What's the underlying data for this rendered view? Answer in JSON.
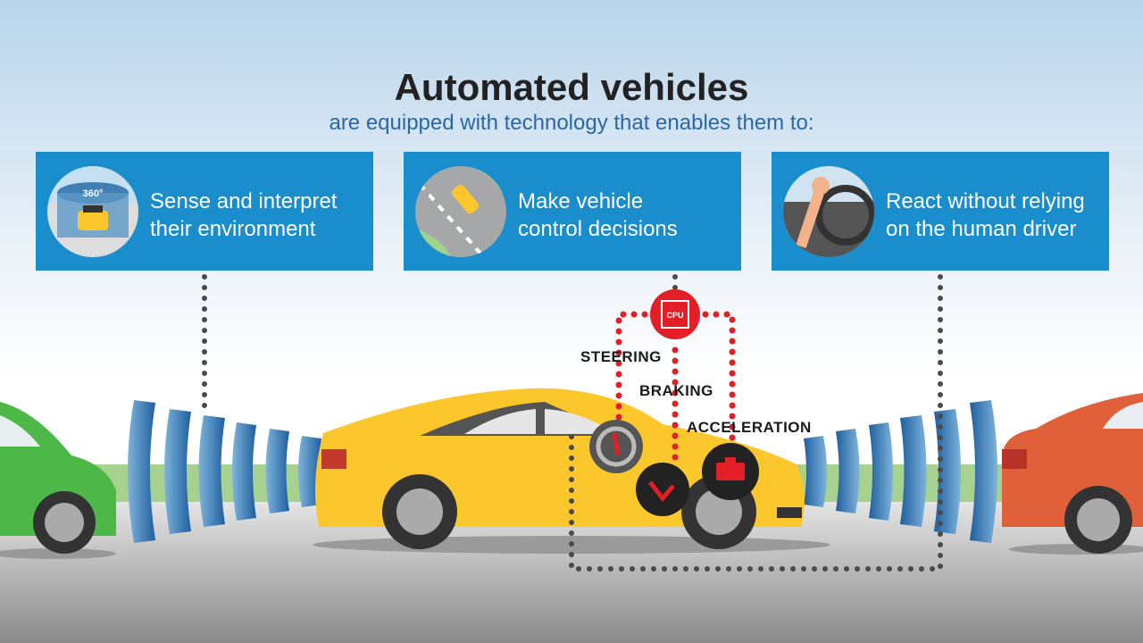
{
  "header": {
    "title": "Automated vehicles",
    "subtitle": "are equipped with technology that enables them to:"
  },
  "cards": [
    {
      "text_line1": "Sense and interpret",
      "text_line2": "their environment",
      "icon": "360-camera-icon",
      "icon_text": "360°"
    },
    {
      "text_line1": "Make vehicle",
      "text_line2": "control decisions",
      "icon": "road-car-top-view-icon"
    },
    {
      "text_line1": "React without relying",
      "text_line2": "on the human driver",
      "icon": "hand-off-wheel-icon"
    }
  ],
  "controls": {
    "cpu_label": "CPU",
    "steering": "STEERING",
    "braking": "BRAKING",
    "acceleration": "ACCELERATION"
  },
  "colors": {
    "card": "#1a8dcd",
    "red": "#e31e26",
    "car_yellow": "#fcc72c",
    "car_green": "#4db848",
    "car_orange": "#e0603a",
    "sensor_blue": "#2d6faa"
  }
}
